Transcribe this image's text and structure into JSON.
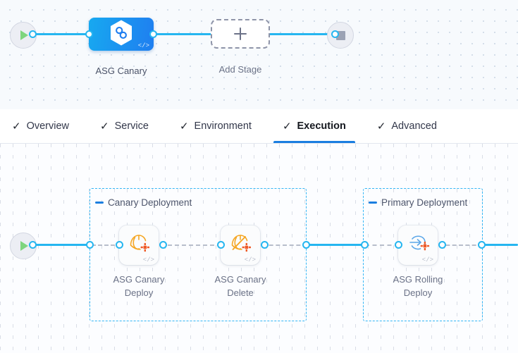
{
  "stage_canvas": {
    "start_node": {
      "icon": "play-icon",
      "title": "Start"
    },
    "end_node": {
      "icon": "stop-icon",
      "title": "End"
    },
    "stage": {
      "label": "ASG Canary",
      "icon": "asg-canary-stage-icon",
      "code_badge": "</>",
      "color": "#1f7ef0"
    },
    "add_stage": {
      "label": "Add Stage",
      "icon": "plus-icon"
    }
  },
  "tabs": {
    "items": [
      {
        "label": "Overview",
        "tick": "✓",
        "active": false
      },
      {
        "label": "Service",
        "tick": "✓",
        "active": false
      },
      {
        "label": "Environment",
        "tick": "✓",
        "active": false
      },
      {
        "label": "Execution",
        "tick": "✓",
        "active": true
      },
      {
        "label": "Advanced",
        "tick": "✓",
        "active": false
      }
    ],
    "active_color": "#1b7ee0"
  },
  "execution": {
    "start_node": {
      "icon": "play-icon"
    },
    "groups": [
      {
        "label": "Canary Deployment",
        "steps": [
          {
            "label_line1": "ASG Canary",
            "label_line2": "Deploy",
            "icon": "asg-canary-deploy-icon",
            "code_badge": "</>"
          },
          {
            "label_line1": "ASG Canary",
            "label_line2": "Delete",
            "icon": "asg-canary-delete-icon",
            "code_badge": "</>"
          }
        ]
      },
      {
        "label": "Primary Deployment",
        "steps": [
          {
            "label_line1": "ASG Rolling",
            "label_line2": "Deploy",
            "icon": "asg-rolling-deploy-icon",
            "code_badge": "</>"
          }
        ]
      }
    ],
    "group_border_color": "#33b6f5",
    "link_color": "#26b6f0"
  }
}
